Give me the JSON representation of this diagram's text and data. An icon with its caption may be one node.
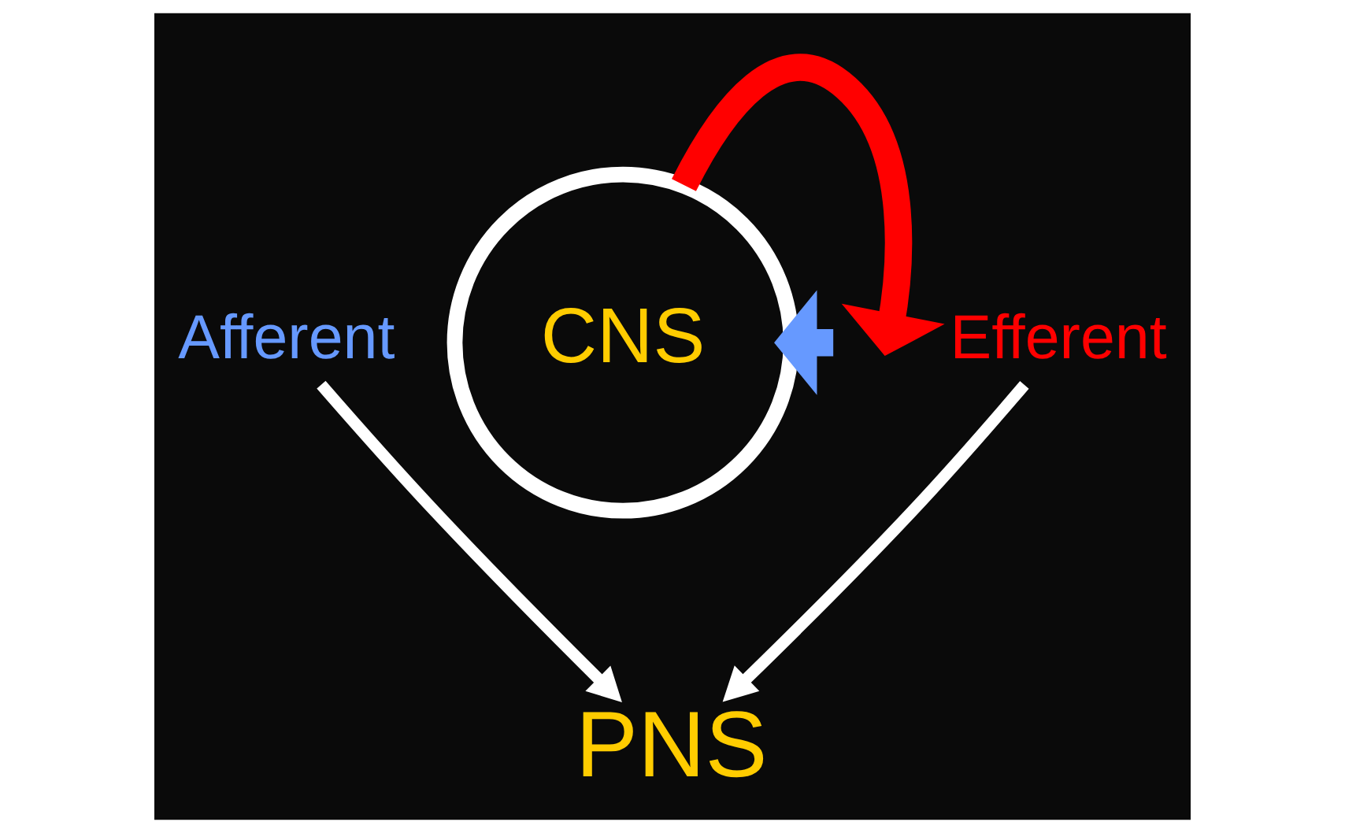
{
  "diagram": {
    "nodes": [
      {
        "text": [
          "CNS"
        ]
      },
      {
        "text": [
          "Afferent"
        ]
      },
      {
        "text": [
          "Efferent"
        ]
      },
      {
        "text": [
          "PNS"
        ]
      }
    ],
    "edges": [
      {
        "from": 0,
        "to": null,
        "arrow": "to",
        "style": "thick",
        "color": "#ff0000"
      },
      {
        "from": null,
        "to": 0,
        "arrow": "to",
        "style": "thick",
        "color": "#6699ff"
      },
      {
        "from": 1,
        "to": 3,
        "arrow": "to"
      },
      {
        "from": 2,
        "to": 3,
        "arrow": "to"
      }
    ]
  }
}
